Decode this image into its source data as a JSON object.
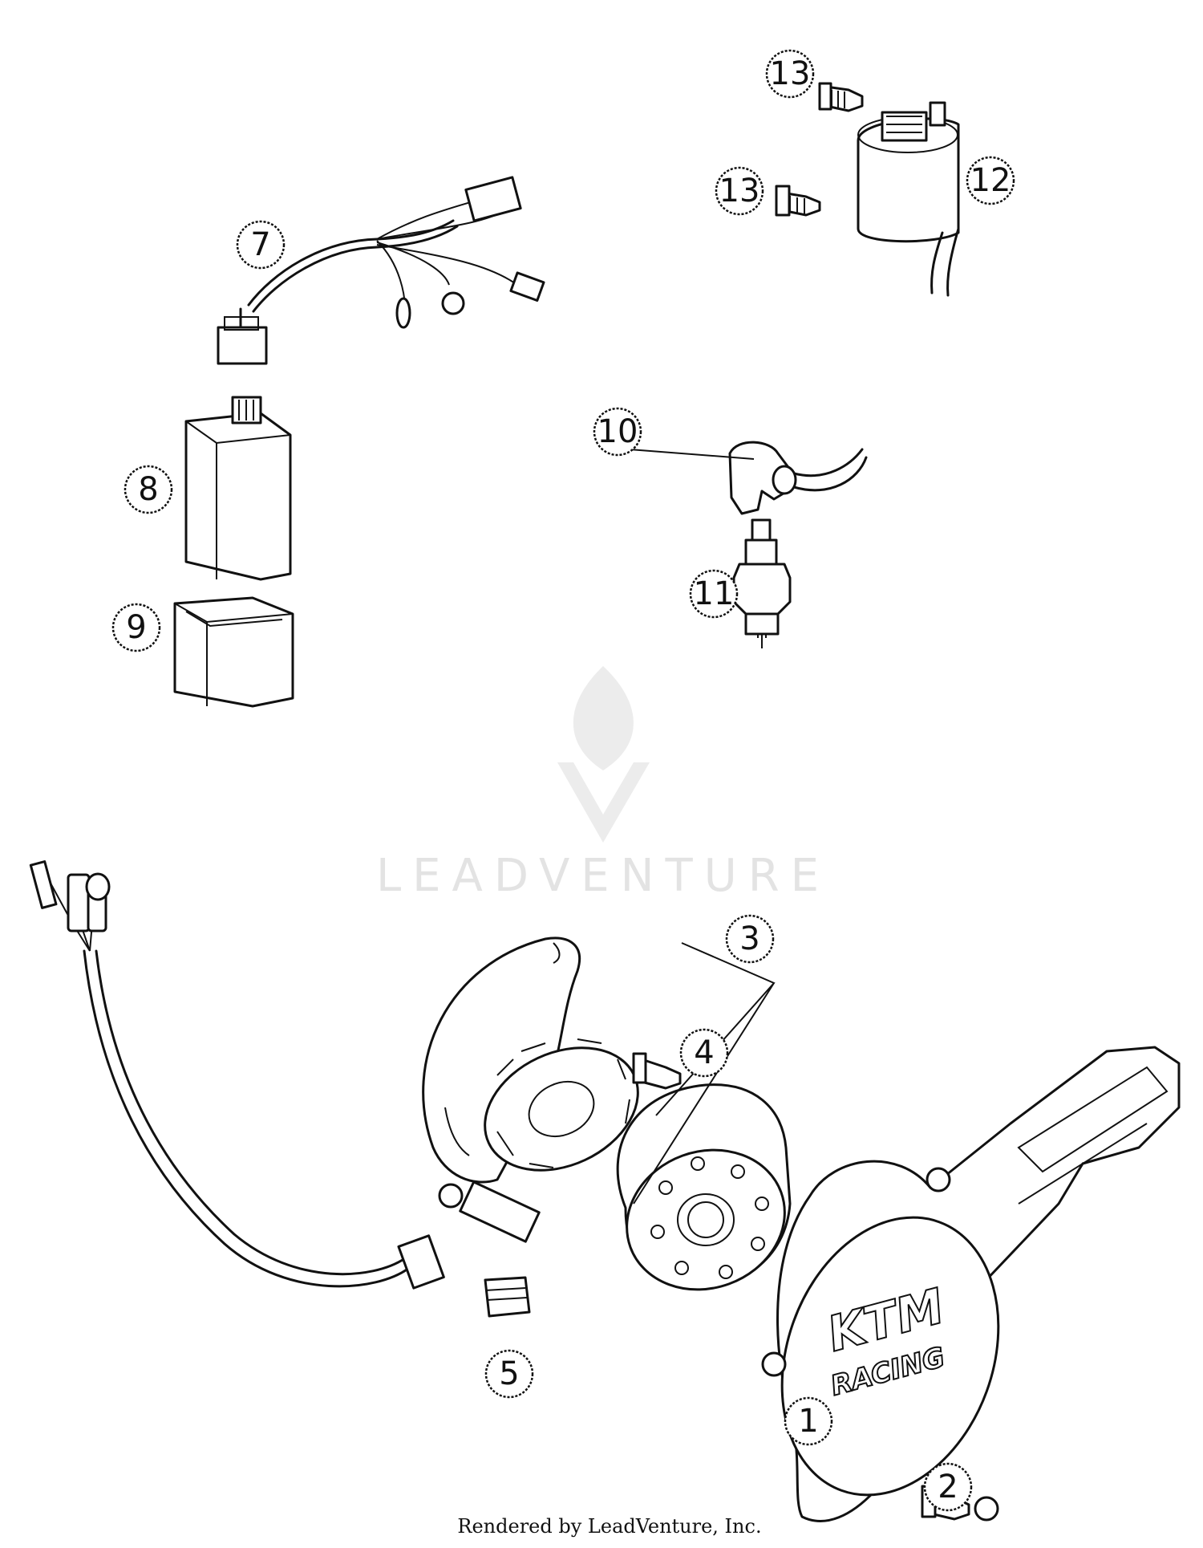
{
  "watermark": {
    "text": "LEADVENTURE"
  },
  "cover_branding": {
    "line1": "KTM",
    "line2": "RACING"
  },
  "callouts": [
    {
      "id": "1",
      "label": "1"
    },
    {
      "id": "2",
      "label": "2"
    },
    {
      "id": "3",
      "label": "3"
    },
    {
      "id": "4",
      "label": "4"
    },
    {
      "id": "5",
      "label": "5"
    },
    {
      "id": "7",
      "label": "7"
    },
    {
      "id": "8",
      "label": "8"
    },
    {
      "id": "9",
      "label": "9"
    },
    {
      "id": "10",
      "label": "10"
    },
    {
      "id": "11",
      "label": "11"
    },
    {
      "id": "12",
      "label": "12"
    },
    {
      "id": "13a",
      "label": "13"
    },
    {
      "id": "13b",
      "label": "13"
    }
  ],
  "footer": {
    "text": "Rendered by LeadVenture, Inc."
  }
}
